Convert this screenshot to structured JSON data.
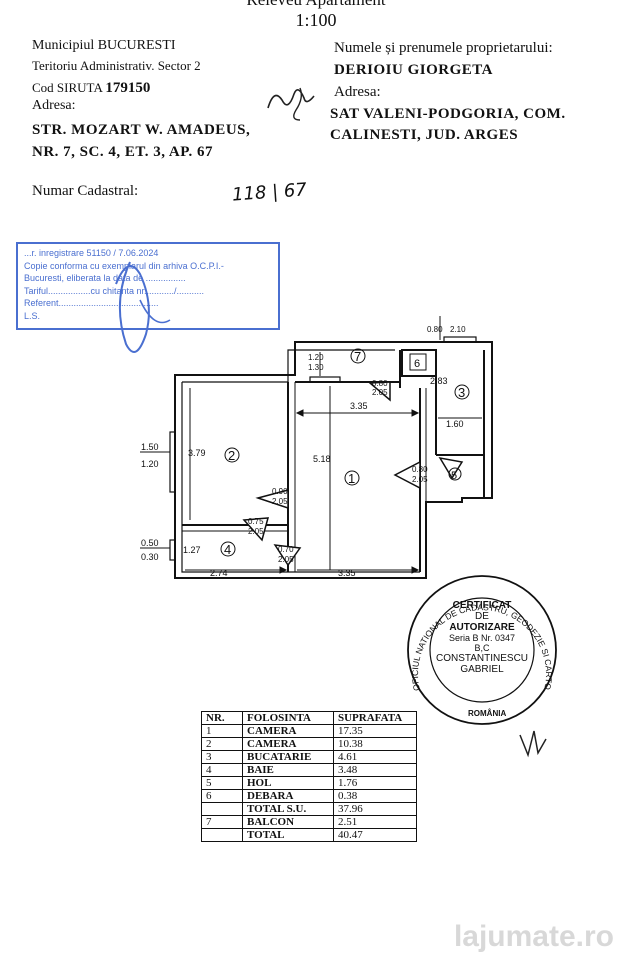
{
  "header": {
    "title": "Releveu Apartament",
    "scale": "1:100"
  },
  "left_info": {
    "municipality": "Municipiul BUCURESTI",
    "territory": "Teritoriu Administrativ. Sector 2",
    "siruta_label": "Cod SIRUTA",
    "siruta_value": "179150",
    "address_label": "Adresa:",
    "address_line1": "STR.  MOZART W. AMADEUS,",
    "address_line2": "NR. 7, SC. 4, ET. 3, AP. 67",
    "cadastral_label": "Numar Cadastral:",
    "cadastral_handwritten": "118 | 67"
  },
  "right_info": {
    "owner_label": "Numele și prenumele proprietarului:",
    "owner_name": "DERIOIU GIORGETA",
    "address_label": "Adresa:",
    "address_line1": "SAT VALENI-PODGORIA, COM.",
    "address_line2": "CALINESTI, JUD. ARGES"
  },
  "stamp": {
    "line1": "...r. inregistrare 51150 / 7.06.2024",
    "line2": "Copie conforma cu exemplarul din arhiva O.C.P.I.-",
    "line3": "Bucuresti, eliberata la data de ................",
    "line4": "Tariful.................cu chitanta nr............/...........",
    "line5": "Referent........................................",
    "line6": "L.S."
  },
  "plan": {
    "rooms": [
      "1",
      "2",
      "3",
      "4",
      "5",
      "6",
      "7"
    ],
    "dims": {
      "d335_top": "3.35",
      "d518": "5.18",
      "d379": "3.79",
      "d283": "2.83",
      "d160": "1.60",
      "d127": "1.27",
      "d274": "2.74",
      "d335_bottom": "3.35",
      "win_150": "1.50",
      "win_120": "1.20",
      "win_050": "0.50",
      "win_030": "0.30",
      "bal_120": "1.20",
      "bal_130": "1.30",
      "top_080": "0.80",
      "top_210": "2.10",
      "door_080": "0.80",
      "door_205": "2.05",
      "door_090": "0.90",
      "door_205b": "2.05",
      "door_070": "0.70",
      "door_205c": "2.05",
      "door_075": "0.75",
      "door_205d": "2.05",
      "door_080b": "0.80",
      "door_205e": "2.05"
    }
  },
  "seal": {
    "ring_text": "OFICIUL NATIONAL DE CADASTRU, GEODEZIE SI CARTOGRAFIE",
    "line1": "CERTIFICAT",
    "line2": "DE",
    "line3": "AUTORIZARE",
    "line4": "Seria B Nr. 0347",
    "line5": "B,C",
    "line6": "CONSTANTINESCU",
    "line7": "GABRIEL",
    "country": "ROMÂNIA"
  },
  "table": {
    "headers": [
      "NR.",
      "FOLOSINTA",
      "SUPRAFATA"
    ],
    "rows": [
      [
        "1",
        "CAMERA",
        "17.35"
      ],
      [
        "2",
        "CAMERA",
        "10.38"
      ],
      [
        "3",
        "BUCATARIE",
        "4.61"
      ],
      [
        "4",
        "BAIE",
        "3.48"
      ],
      [
        "5",
        "HOL",
        "1.76"
      ],
      [
        "6",
        "DEBARA",
        "0.38"
      ],
      [
        "",
        "TOTAL S.U.",
        "37.96"
      ],
      [
        "7",
        "BALCON",
        "2.51"
      ],
      [
        "",
        "TOTAL",
        "40.47"
      ]
    ]
  },
  "watermark": "lajumate.ro",
  "colors": {
    "stamp_blue": "#4a6fd0",
    "ink": "#111111",
    "watermark": "#d8d8d8"
  }
}
